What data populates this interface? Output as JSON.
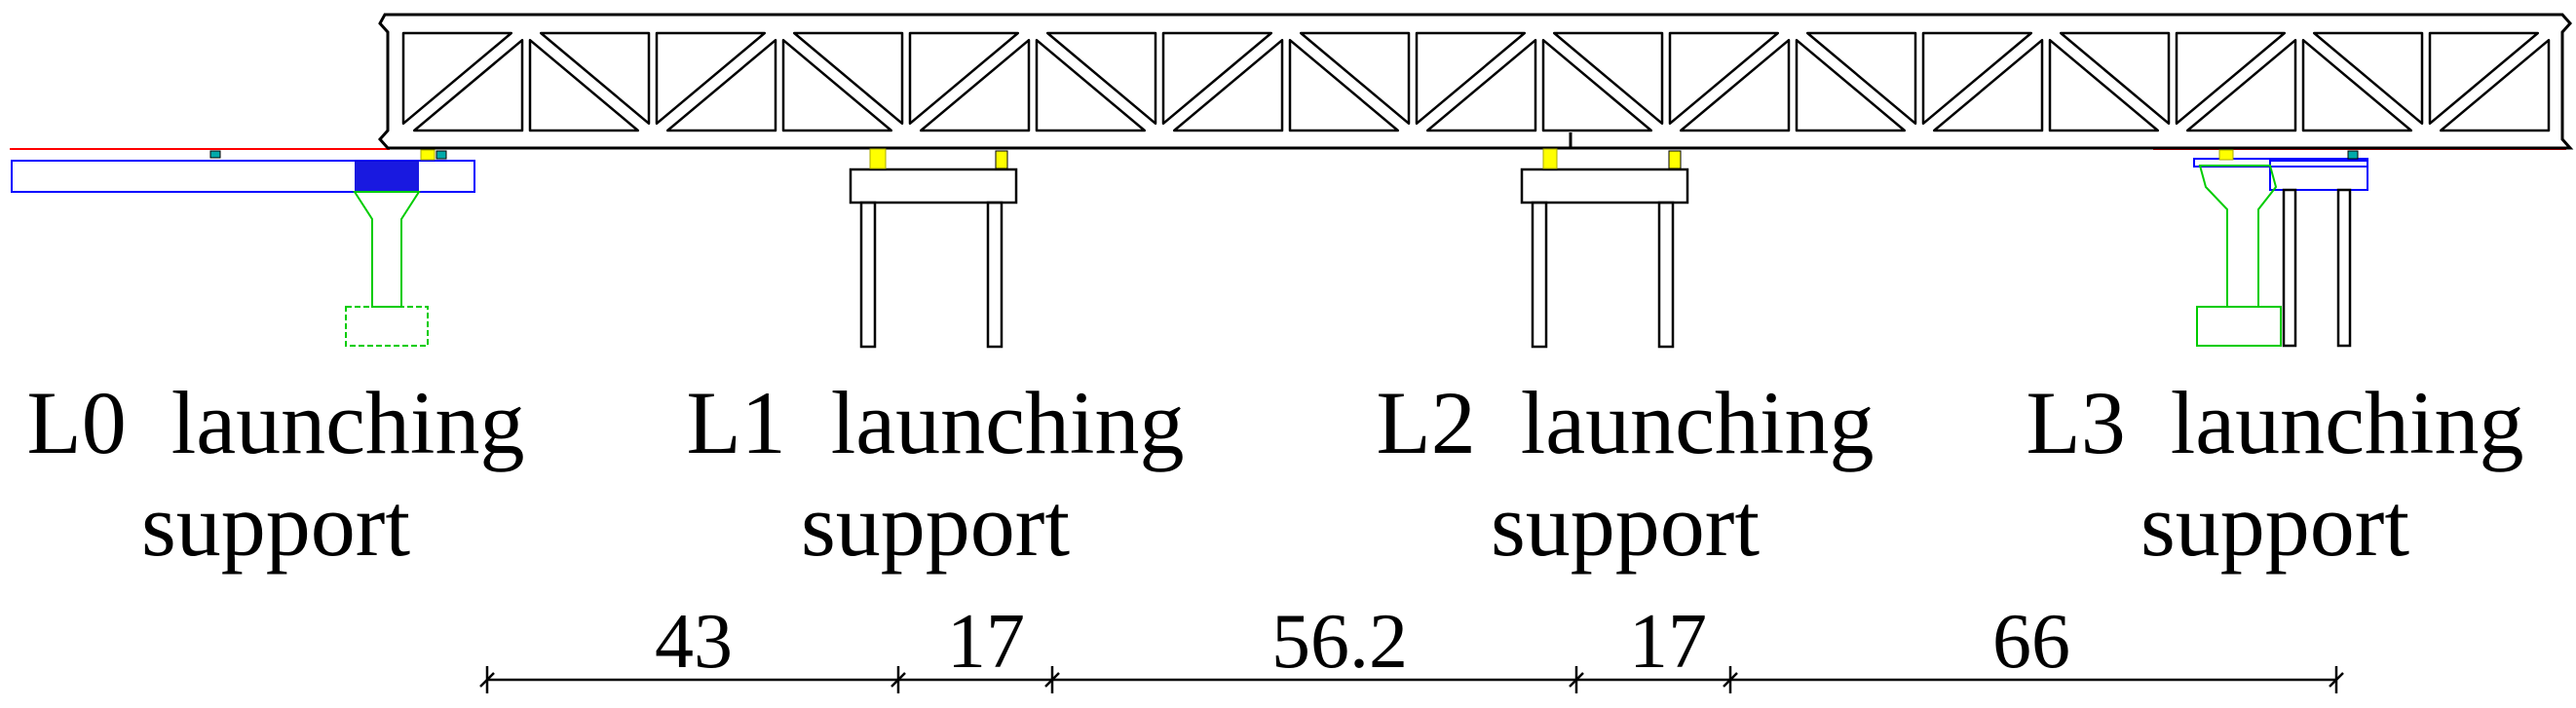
{
  "supports": [
    {
      "line1": "L0  launching",
      "line2": "support"
    },
    {
      "line1": "L1  launching",
      "line2": "support"
    },
    {
      "line1": "L2  launching",
      "line2": "support"
    },
    {
      "line1": "L3  launching",
      "line2": "support"
    }
  ],
  "spans": [
    "43",
    "17",
    "56.2",
    "17",
    "66"
  ],
  "colors": {
    "line": "#000000",
    "ground_line": "#ff0000",
    "platform": "#0000ff",
    "pier": "#00cc00",
    "bearing": "#ffff00",
    "bearing_small": "#00aaaa"
  }
}
